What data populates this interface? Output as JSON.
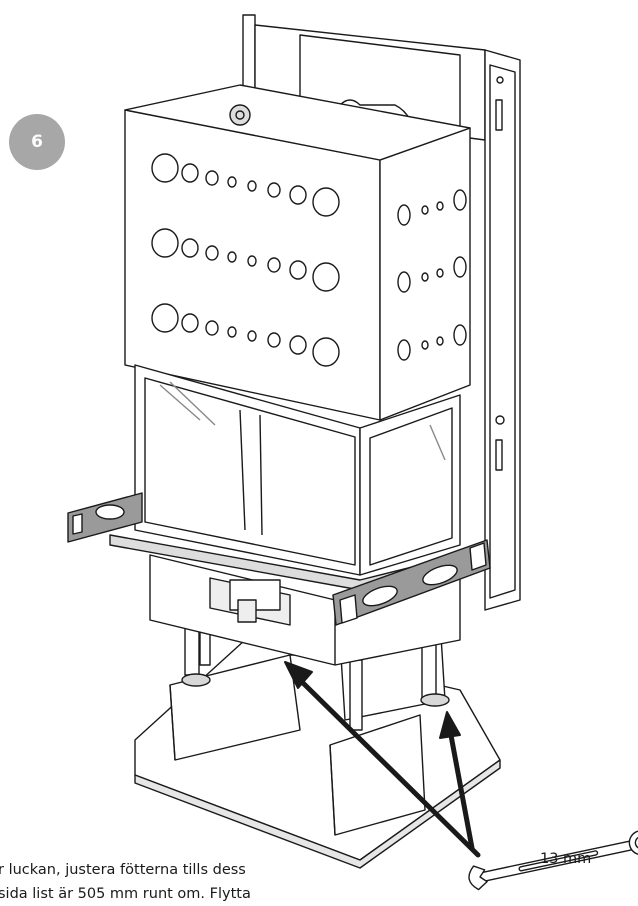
{
  "step": {
    "number": "6"
  },
  "instruction": {
    "line1": "r luckan, justera fötterna tills dess",
    "line2": "sida list är 505 mm runt om. Flytta"
  },
  "tool": {
    "label": "13 mm",
    "icon": "wrench-icon"
  },
  "colors": {
    "badge": "#a7a7a7",
    "line": "#1a1a1a",
    "shade": "#cfcfcf"
  }
}
